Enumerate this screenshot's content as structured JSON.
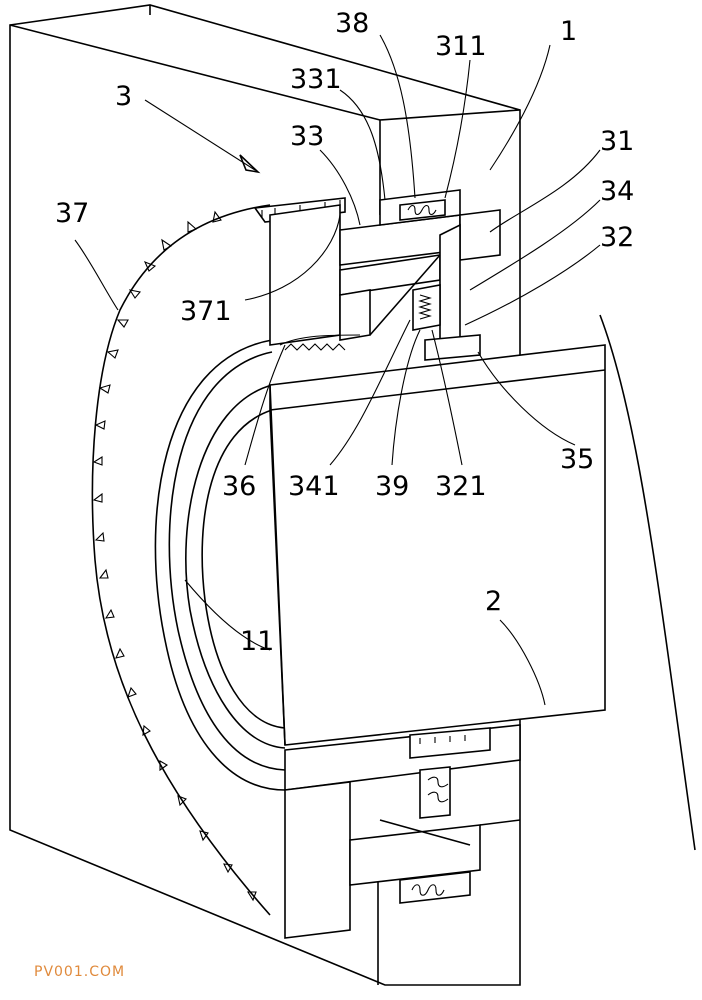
{
  "labels": {
    "l38": "38",
    "l311": "311",
    "l1": "1",
    "l331": "331",
    "l3": "3",
    "l33": "33",
    "l31": "31",
    "l37": "37",
    "l34": "34",
    "l32": "32",
    "l371": "371",
    "l36": "36",
    "l341": "341",
    "l39": "39",
    "l321": "321",
    "l35": "35",
    "l2": "2",
    "l11": "11"
  },
  "watermark": "PV001.COM",
  "colors": {
    "line": "#000000",
    "background": "#ffffff",
    "watermark": "#e08a3c"
  }
}
